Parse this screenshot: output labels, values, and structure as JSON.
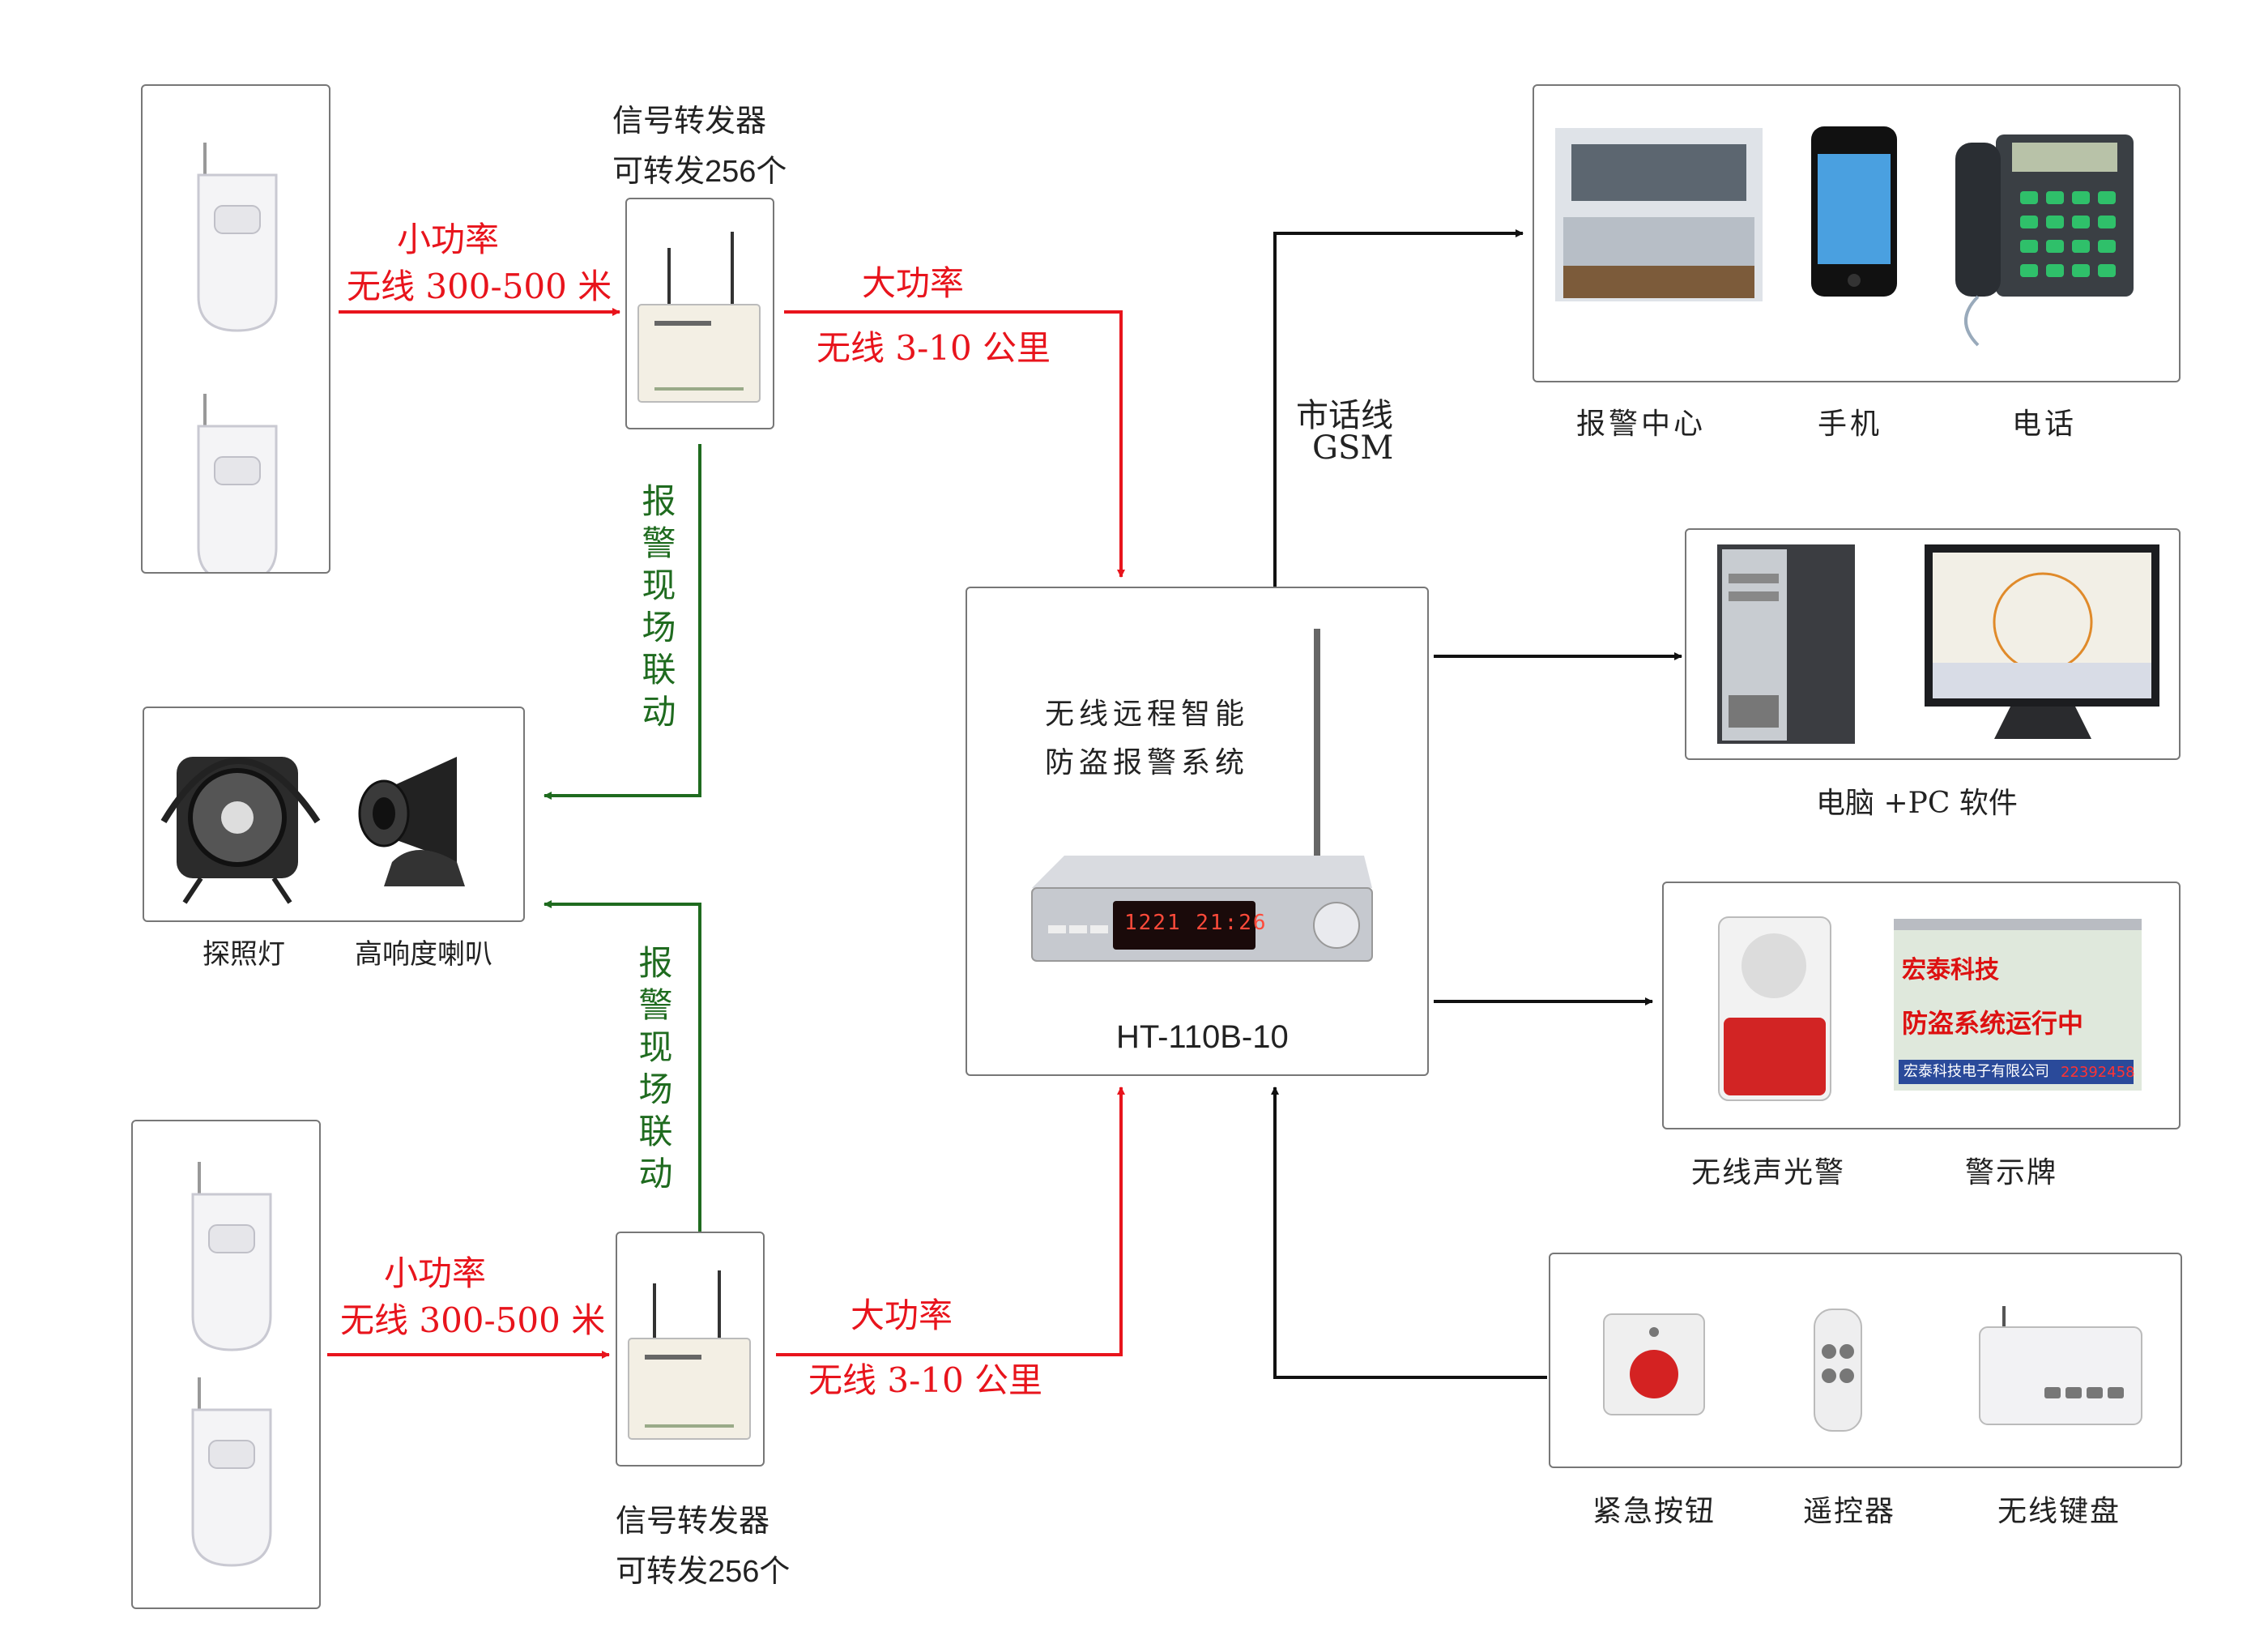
{
  "colors": {
    "wireless": "#e8141c",
    "linkage": "#1f6b1f",
    "wired": "#111111"
  },
  "top_repeater": {
    "title": "信号转发器",
    "capacity": "可转发256个"
  },
  "bottom_repeater": {
    "title": "信号转发器",
    "capacity": "可转发256个"
  },
  "top_low_power": {
    "line1": "小功率",
    "line2": "无线 300-500 米"
  },
  "bottom_low_power": {
    "line1": "小功率",
    "line2": "无线 300-500 米"
  },
  "top_high_power": {
    "line1": "大功率",
    "line2": "无线 3-10 公里"
  },
  "bottom_high_power": {
    "line1": "大功率",
    "line2": "无线 3-10 公里"
  },
  "linkage_top": "报警现场联动",
  "linkage_bottom": "报警现场联动",
  "local_devices": {
    "searchlight": "探照灯",
    "horn": "高响度喇叭"
  },
  "host": {
    "title1": "无线远程智能",
    "title2": "防盗报警系统",
    "display": "1221 21:26",
    "model": "HT-110B-10"
  },
  "phone_link": {
    "line1": "市话线",
    "line2": "GSM"
  },
  "outputs_phone": {
    "center": "报警中心",
    "mobile": "手机",
    "telephone": "电话"
  },
  "outputs_pc": {
    "label": "电脑 +PC 软件"
  },
  "outputs_warn": {
    "siren": "无线声光警",
    "sign": "警示牌",
    "sign_company": "宏泰科技",
    "sign_status": "防盗系统运行中",
    "sign_footer": "宏泰科技电子有限公司",
    "sign_phone": "22392458"
  },
  "inputs": {
    "panic": "紧急按钮",
    "remote": "遥控器",
    "keypad": "无线键盘"
  }
}
